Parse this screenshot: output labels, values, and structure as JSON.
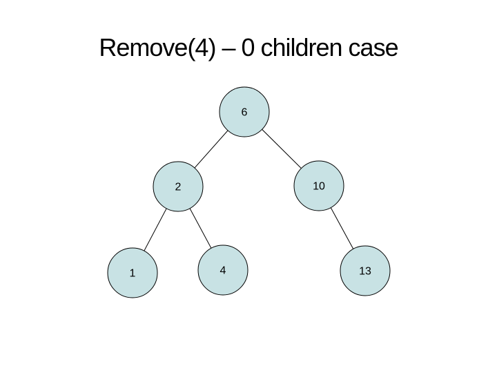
{
  "slide": {
    "title": "Remove(4) – 0 children case",
    "background_color": "#ffffff",
    "title_color": "#000000"
  },
  "tree": {
    "node_fill_color": "#c8e2e4",
    "node_stroke_color": "#000000",
    "edge_color": "#000000",
    "nodes": [
      {
        "label": "6"
      },
      {
        "label": "2"
      },
      {
        "label": "10"
      },
      {
        "label": "1"
      },
      {
        "label": "4"
      },
      {
        "label": "13"
      }
    ],
    "edges": [
      {
        "from": "6",
        "to": "2"
      },
      {
        "from": "6",
        "to": "10"
      },
      {
        "from": "2",
        "to": "1"
      },
      {
        "from": "2",
        "to": "4"
      },
      {
        "from": "10",
        "to": "13"
      }
    ]
  }
}
